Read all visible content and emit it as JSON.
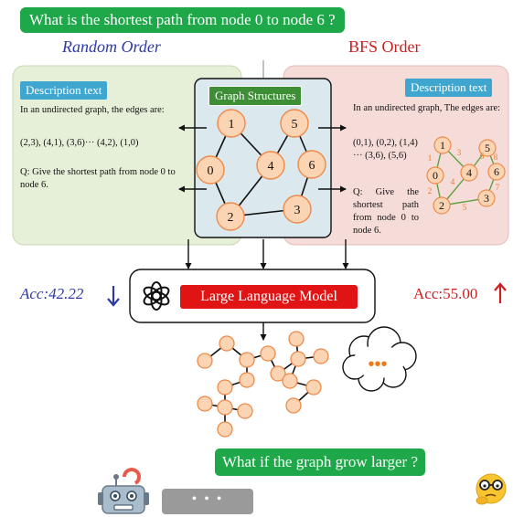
{
  "question": "What is  the shortest path from node 0 to node 6 ?",
  "random_panel": {
    "title": "Random Order",
    "chip": "Description text",
    "intro": "In an undirected graph, the edges are:",
    "edges": "(2,3), (4,1), (3,6)··· (4,2), (1,0)",
    "query": "Q: Give the shortest path from node 0 to node 6."
  },
  "bfs_panel": {
    "title": "BFS Order",
    "chip": "Description text",
    "intro": "In an undirected graph, The edges are:",
    "edges": "(0,1), (0,2), (1,4) ··· (3,6), (5,6)",
    "query": "Q: Give the shortest path from node 0 to node 6.",
    "mini_graph": {
      "nodes": [
        "0",
        "1",
        "2",
        "3",
        "4",
        "5",
        "6"
      ],
      "edge_order_labels": [
        "1",
        "2",
        "3",
        "4",
        "5",
        "6",
        "7",
        "8"
      ]
    }
  },
  "graph_structures": {
    "label": "Graph Structures",
    "nodes": [
      "0",
      "1",
      "2",
      "3",
      "4",
      "5",
      "6"
    ]
  },
  "llm": {
    "label": "Large Language Model",
    "acc_left": "Acc:42.22",
    "acc_right": "Acc:55.00"
  },
  "thought_dots": "•••",
  "growth_question": "What if the graph grow larger ?",
  "robot_reply": "• • •",
  "colors": {
    "green": "#1fa84a",
    "random_panel_bg": "#e6efd8",
    "bfs_panel_bg": "#f5dcd9",
    "graph_panel_bg": "#dbe9ee",
    "node_fill": "#fbd5b3",
    "node_stroke": "#ee8a4a",
    "llm_red": "#e01414",
    "blue_text": "#2b3aa8",
    "red_text": "#cc1f1f"
  },
  "icons": [
    "arrow-down-icon",
    "arrow-up-icon",
    "openai-logo-icon",
    "robot-icon",
    "thinking-face-icon",
    "thought-cloud-icon"
  ]
}
